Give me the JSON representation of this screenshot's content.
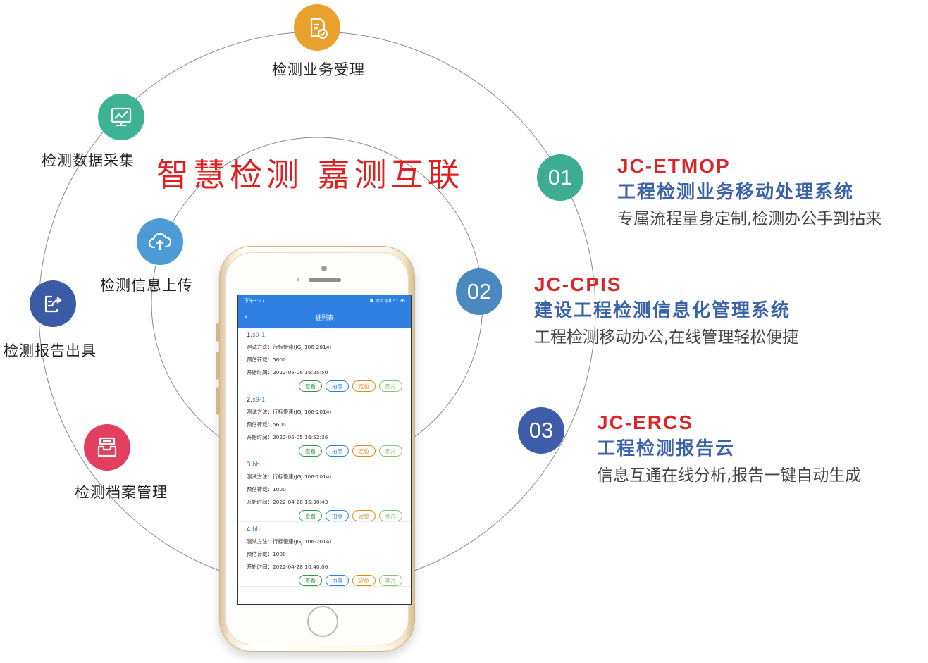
{
  "slogan": "智慧检测 嘉测互联",
  "features": [
    {
      "label": "检测业务受理",
      "icon": "document-check-icon",
      "color": "#e9a02d"
    },
    {
      "label": "检测数据采集",
      "icon": "monitor-chart-icon",
      "color": "#3db294"
    },
    {
      "label": "检测信息上传",
      "icon": "cloud-upload-icon",
      "color": "#4c9ad6"
    },
    {
      "label": "检测报告出具",
      "icon": "report-share-icon",
      "color": "#3b5ba7"
    },
    {
      "label": "检测档案管理",
      "icon": "archive-box-icon",
      "color": "#e2405e"
    }
  ],
  "systems": [
    {
      "number": "01",
      "code": "JC-ETMOP",
      "name": "工程检测业务移动处理系统",
      "desc": "专属流程量身定制,检测办公手到拈来",
      "color": "#3cad93"
    },
    {
      "number": "02",
      "code": "JC-CPIS",
      "name": "建设工程检测信息化管理系统",
      "desc": "工程检测移动办公,在线管理轻松便捷",
      "color": "#4b88bf"
    },
    {
      "number": "03",
      "code": "JC-ERCS",
      "name": "工程检测报告云",
      "desc": "信息互通在线分析,报告一键自动生成",
      "color": "#3e5da8"
    }
  ],
  "phone": {
    "status_time": "下午3:27",
    "status_right": "✱ ᯤıl ᯤıl ◠ 26",
    "title": "桩列表",
    "field_labels": {
      "method": "测试方法：",
      "load": "预估荷载：",
      "start": "开始时间："
    },
    "buttons": {
      "view": "查看",
      "photo": "拍照",
      "locate": "定位",
      "picture": "照片"
    },
    "items": [
      {
        "index": "1.",
        "name": "s9-1",
        "method": "行标慢速(JGJ 106-2014)",
        "load": "5600",
        "start": "2022-05-06 16:25:50"
      },
      {
        "index": "2.",
        "name": "s9-1",
        "method": "行标慢速(JGJ 106-2014)",
        "load": "5600",
        "start": "2022-05-05 16:52:36"
      },
      {
        "index": "3.",
        "name": "bh",
        "method": "行标慢速(JGJ 106-2014)",
        "load": "1000",
        "start": "2022-04-28 15:30:43"
      },
      {
        "index": "4.",
        "name": "bh",
        "method": "行标慢速(JGJ 106-2014)",
        "load": "1000",
        "start": "2022-04-28 10:40:06"
      }
    ]
  }
}
